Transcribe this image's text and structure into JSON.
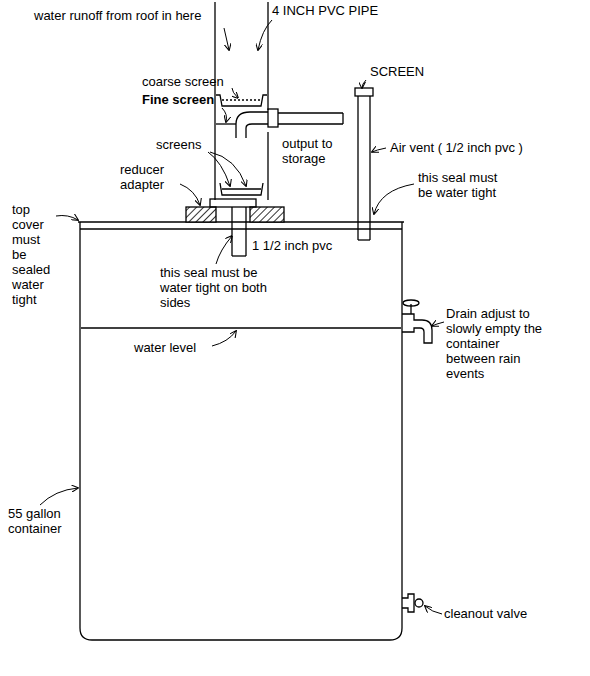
{
  "diagram": {
    "labels": [
      "water runoff from roof in here",
      "4 INCH PVC PIPE",
      "coarse screen",
      "Fine screen",
      "SCREEN",
      "screens",
      "output to storage",
      "Air vent ( 1/2 inch pvc )",
      "reducer adapter",
      "this seal must be water tight",
      "top cover must be sealed water tight",
      "1 1/2 inch pvc",
      "this seal must be water tight on both sides",
      "water level",
      "Drain adjust to slowly empty the container between rain events",
      "55 gallon container",
      "cleanout valve"
    ]
  }
}
